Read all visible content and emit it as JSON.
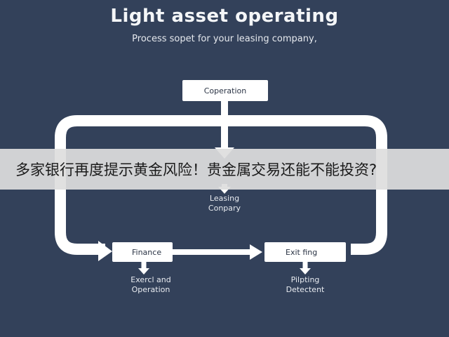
{
  "diagram": {
    "title": "Light asset operating",
    "subtitle": "Process sopet for your leasing company,",
    "nodes": {
      "cooperation": "Coperation",
      "leasing": "Leasing",
      "leasing_line2": "Conpary",
      "finance": "Finance",
      "exit": "Exit fing"
    },
    "captions": {
      "expend_line1": "Exercl and",
      "expend_line2": "Operation",
      "pilot_line1": "Pilpting",
      "pilot_line2": "Detectent"
    }
  },
  "banner": {
    "text": "多家银行再度提示黄金风险！贵金属交易还能不能投资?"
  },
  "colors": {
    "background": "#33415a",
    "flow": "#ffffff",
    "banner": "#dedede"
  }
}
